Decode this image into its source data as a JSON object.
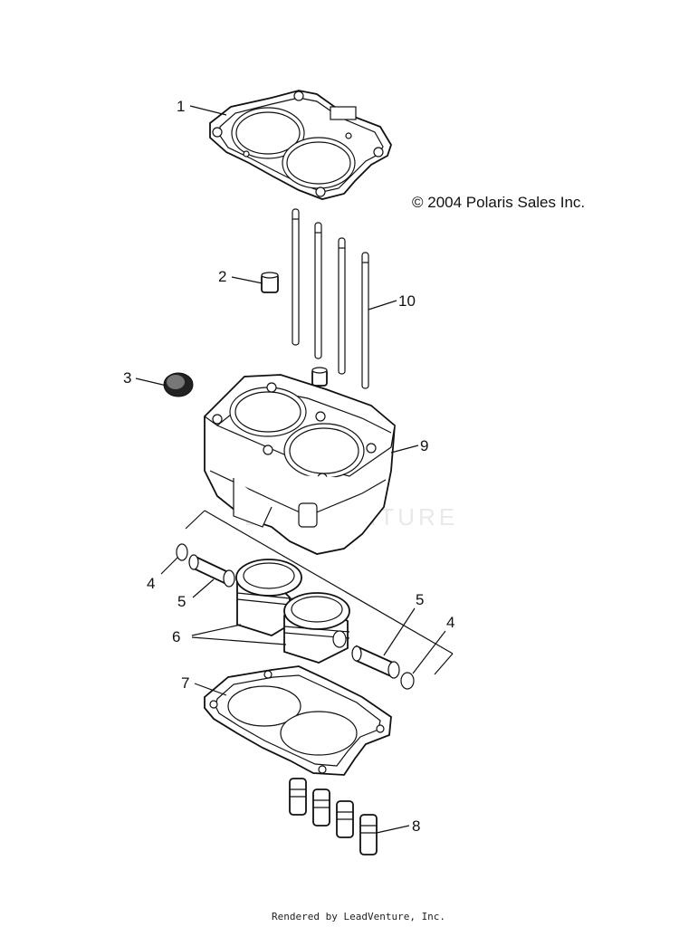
{
  "copyright": "© 2004 Polaris Sales Inc.",
  "watermark": "LEADVENTURE",
  "footer": "Rendered by LeadVenture, Inc.",
  "callouts": {
    "head_gasket": "1",
    "dowel_top": "2",
    "plug": "3",
    "clip_left": "4",
    "clip_right": "4",
    "pin_left": "5",
    "pin_right": "5",
    "pistons": "6",
    "base_gasket": "7",
    "base_dowels": "8",
    "cylinder": "9",
    "studs": "10"
  }
}
